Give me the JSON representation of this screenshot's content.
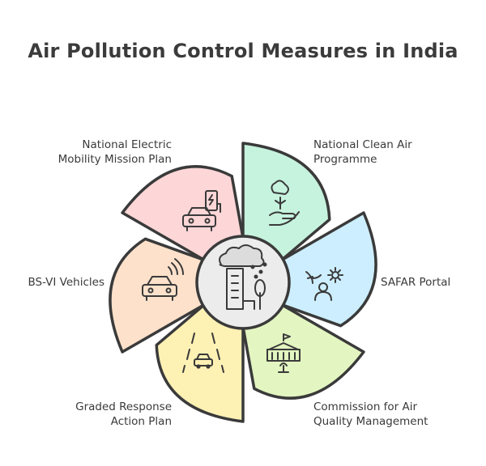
{
  "title": "Air Pollution Control Measures in India",
  "center": {
    "icon": "city-pollution-icon"
  },
  "segments": [
    {
      "id": "ncap",
      "label_lines": [
        "National Clean Air",
        "Programme"
      ],
      "icon": "tree-hand-icon",
      "color": "#c6f3de"
    },
    {
      "id": "safar",
      "label_lines": [
        "SAFAR Portal"
      ],
      "icon": "weather-person-icon",
      "color": "#cdeefe"
    },
    {
      "id": "caqm",
      "label_lines": [
        "Commission for Air",
        "Quality Management"
      ],
      "icon": "government-building-icon",
      "color": "#e3f6c1"
    },
    {
      "id": "grap",
      "label_lines": [
        "Graded Response",
        "Action Plan"
      ],
      "icon": "car-road-icon",
      "color": "#fdf1b4"
    },
    {
      "id": "bsvi",
      "label_lines": [
        "BS-VI Vehicles"
      ],
      "icon": "connected-car-icon",
      "color": "#fde1cb"
    },
    {
      "id": "nemmp",
      "label_lines": [
        "National Electric",
        "Mobility Mission Plan"
      ],
      "icon": "electric-car-charging-icon",
      "color": "#fdd6d7"
    }
  ]
}
